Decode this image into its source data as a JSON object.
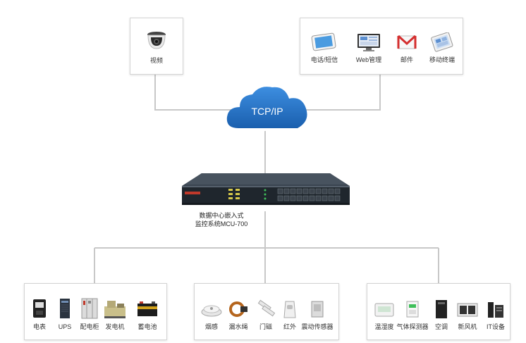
{
  "top_left": {
    "items": [
      {
        "label": "视频",
        "icon": "dome-camera-icon"
      }
    ]
  },
  "top_right": {
    "items": [
      {
        "label": "电话/短信",
        "icon": "tablet-phone-icon"
      },
      {
        "label": "Web管理",
        "icon": "monitor-web-icon"
      },
      {
        "label": "邮件",
        "icon": "mail-envelope-icon"
      },
      {
        "label": "移动终端",
        "icon": "mobile-terminal-icon"
      }
    ]
  },
  "cloud": {
    "label": "TCP/IP",
    "color": "#1f6fc0"
  },
  "device": {
    "label_line1": "数据中心嵌入式",
    "label_line2": "监控系统MCU-700"
  },
  "bottom_left": {
    "items": [
      {
        "label": "电表",
        "icon": "electric-meter-icon"
      },
      {
        "label": "UPS",
        "icon": "ups-icon"
      },
      {
        "label": "配电柜",
        "icon": "distribution-cabinet-icon"
      },
      {
        "label": "发电机",
        "icon": "generator-icon"
      },
      {
        "label": "蓄电池",
        "icon": "battery-icon"
      }
    ]
  },
  "bottom_middle": {
    "items": [
      {
        "label": "烟感",
        "icon": "smoke-detector-icon"
      },
      {
        "label": "漏水绳",
        "icon": "water-leak-rope-icon"
      },
      {
        "label": "门磁",
        "icon": "door-magnet-icon"
      },
      {
        "label": "红外",
        "icon": "infrared-sensor-icon"
      },
      {
        "label": "震动传感器",
        "icon": "vibration-sensor-icon"
      }
    ]
  },
  "bottom_right": {
    "items": [
      {
        "label": "温湿度",
        "icon": "temp-humidity-icon"
      },
      {
        "label": "气体探测器",
        "icon": "gas-detector-icon"
      },
      {
        "label": "空调",
        "icon": "air-conditioner-icon"
      },
      {
        "label": "新风机",
        "icon": "fresh-air-unit-icon"
      },
      {
        "label": "IT设备",
        "icon": "it-equipment-icon"
      }
    ]
  },
  "colors": {
    "connector": "#c8c8c8",
    "box_border": "#d4d4d4",
    "cloud_blue": "#1f6fc0"
  }
}
